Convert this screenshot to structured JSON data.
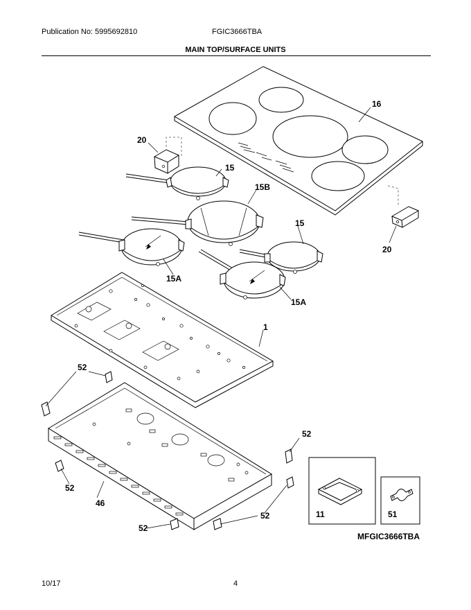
{
  "header": {
    "publication": "Publication No: 5995692810",
    "model": "FGIC3666TBA",
    "title": "MAIN TOP/SURFACE UNITS"
  },
  "callouts": {
    "c16": "16",
    "c20a": "20",
    "c20b": "20",
    "c15a": "15",
    "c15b": "15",
    "c15B": "15B",
    "c15Aa": "15A",
    "c15Ab": "15A",
    "c1": "1",
    "c52a": "52",
    "c52b": "52",
    "c52c": "52",
    "c52d": "52",
    "c52e": "52",
    "c46": "46",
    "c11": "11",
    "c51": "51"
  },
  "inset_model": "MFGIC3666TBA",
  "footer": {
    "date": "10/17",
    "page": "4"
  }
}
